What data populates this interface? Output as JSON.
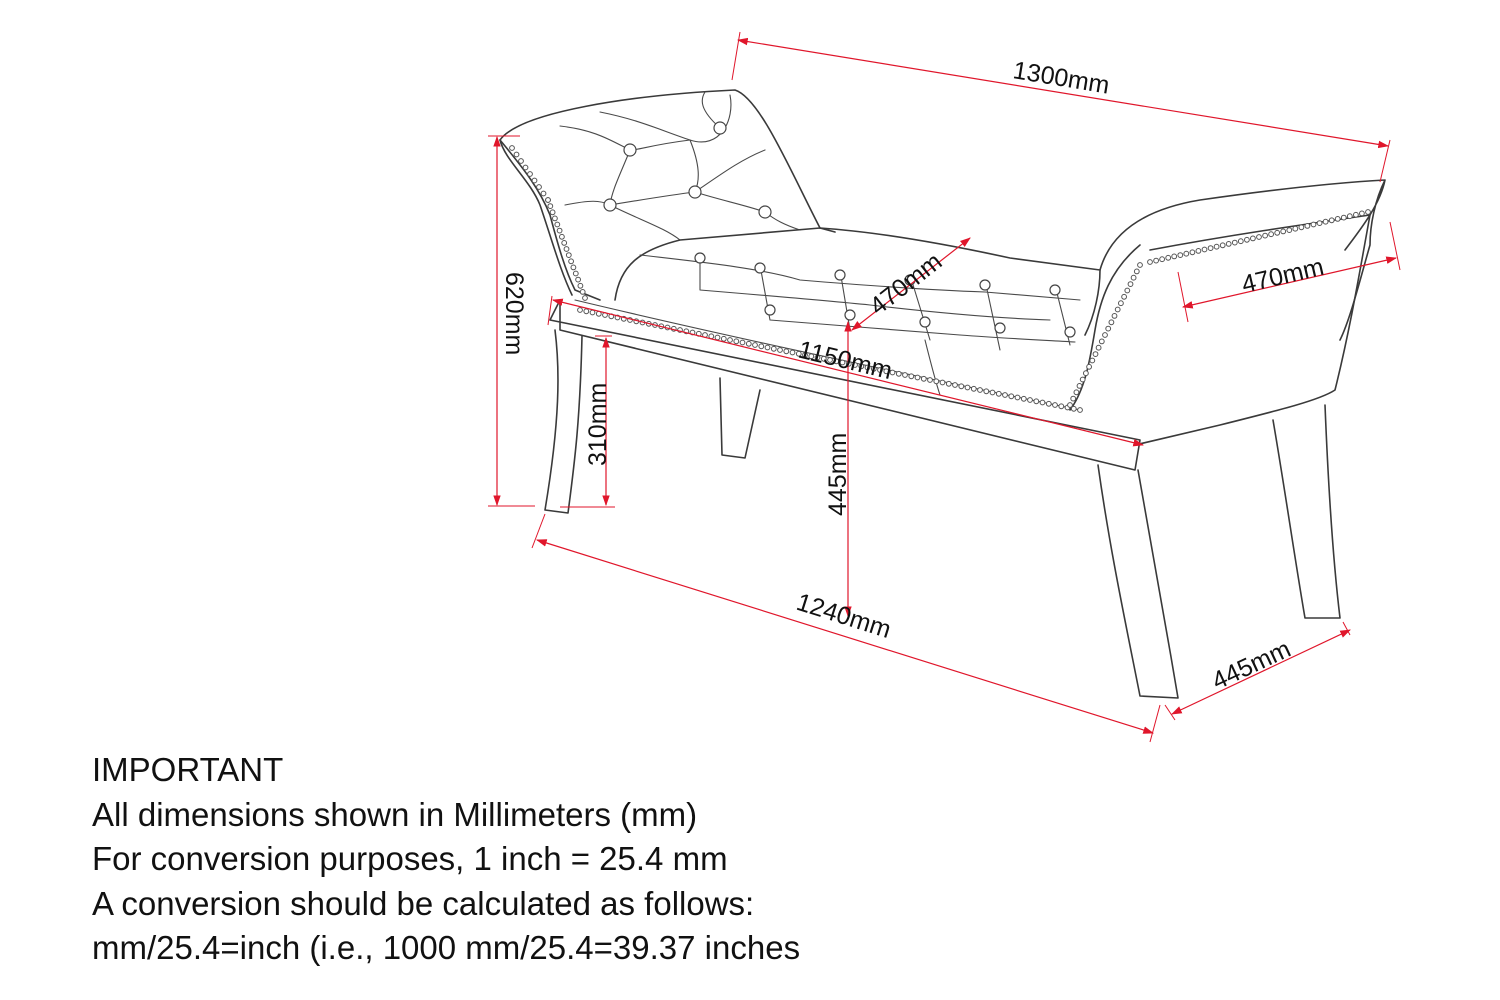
{
  "dimensions": {
    "overall_width": "1300mm",
    "seat_width": "1150mm",
    "leg_span": "1240mm",
    "total_height": "620mm",
    "seat_height": "445mm",
    "leg_height": "310mm",
    "seat_depth": "470mm",
    "arm_depth": "470mm",
    "base_depth": "445mm"
  },
  "notes": {
    "heading": "IMPORTANT",
    "line1": "All dimensions shown in Millimeters (mm)",
    "line2": "For conversion purposes, 1 inch = 25.4 mm",
    "line3": "A conversion should be calculated as follows:",
    "line4": "mm/25.4=inch (i.e., 1000 mm/25.4=39.37 inches"
  },
  "colors": {
    "dimension_lines": "#e0162b",
    "outline": "#3a3a3a",
    "text": "#111111"
  }
}
